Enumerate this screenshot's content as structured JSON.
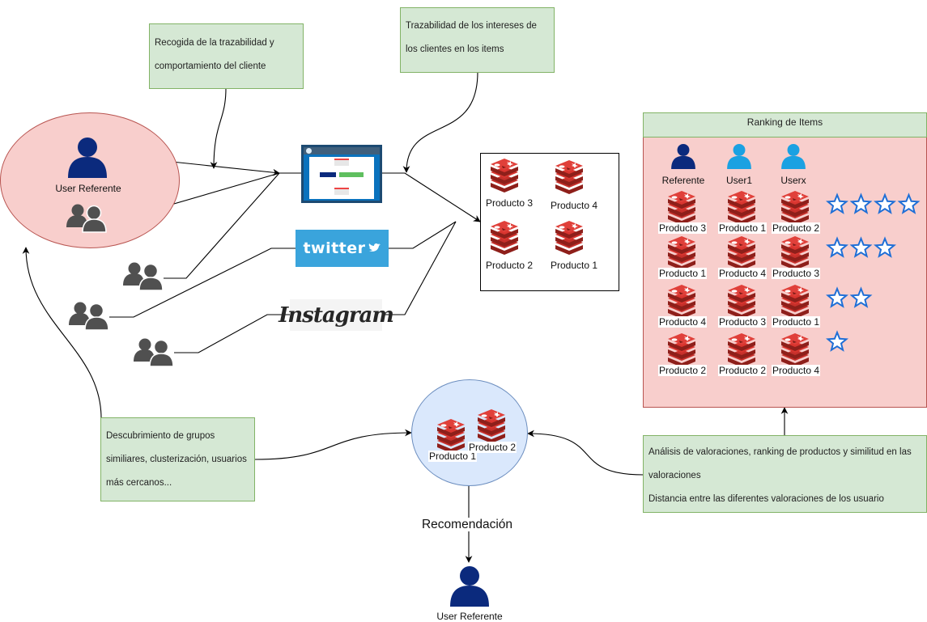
{
  "colors": {
    "user_circle_fill": "#f8cecc",
    "user_circle_border": "#b85450",
    "note_fill": "#d5e8d4",
    "note_border": "#82b366",
    "ranking_fill": "#f8cecc",
    "recommendation_fill": "#dae8fc",
    "recommendation_border": "#6c8ebf",
    "user_dark": "#0b2a7d",
    "user_light": "#1ba1e2",
    "group_gray": "#505050",
    "redis_red": "#c6302b",
    "star_blue": "#1f6fd6",
    "twitter_blue": "#3aa4dc"
  },
  "user_referente": {
    "label": "User Referente",
    "icon": "user-dark-icon"
  },
  "notes": {
    "recogida": [
      "Recogida de la trazabilidad y",
      "comportamiento del cliente"
    ],
    "trazabilidad": [
      "Trazabilidad de los intereses de",
      "los clientes en los items"
    ],
    "descubrimiento": [
      "Descubrimiento de grupos",
      "similiares, clusterización, usuarios",
      "más cercanos..."
    ],
    "analisis": [
      "Análisis de valoraciones, ranking de productos y similitud en las",
      "valoraciones",
      "Distancia entre las diferentes valoraciones de los usuario"
    ]
  },
  "sources": {
    "web": "web-flow-icon",
    "twitter": "twitter",
    "instagram": "Instagram"
  },
  "product_box": {
    "items": [
      "Producto 3",
      "Producto 4",
      "Producto 2",
      "Producto 1"
    ]
  },
  "ranking": {
    "title": "Ranking de Items",
    "users": [
      {
        "label": "Referente",
        "icon": "user-dark-icon"
      },
      {
        "label": "User1",
        "icon": "user-light-icon"
      },
      {
        "label": "Userx",
        "icon": "user-light-icon"
      }
    ],
    "rows": [
      {
        "products": [
          "Producto 3",
          "Producto 1",
          "Producto 2"
        ],
        "stars": 4
      },
      {
        "products": [
          "Producto 1",
          "Producto 4",
          "Producto 3"
        ],
        "stars": 3
      },
      {
        "products": [
          "Producto 4",
          "Producto 3",
          "Producto 1"
        ],
        "stars": 2
      },
      {
        "products": [
          "Producto 2",
          "Producto 2",
          "Producto 4"
        ],
        "stars": 1
      }
    ]
  },
  "recommendation_circle": {
    "items": [
      "Producto 1",
      "Producto 2"
    ]
  },
  "recomendacion_label": "Recomendación",
  "final_user": {
    "label": "User Referente",
    "icon": "user-dark-icon"
  }
}
